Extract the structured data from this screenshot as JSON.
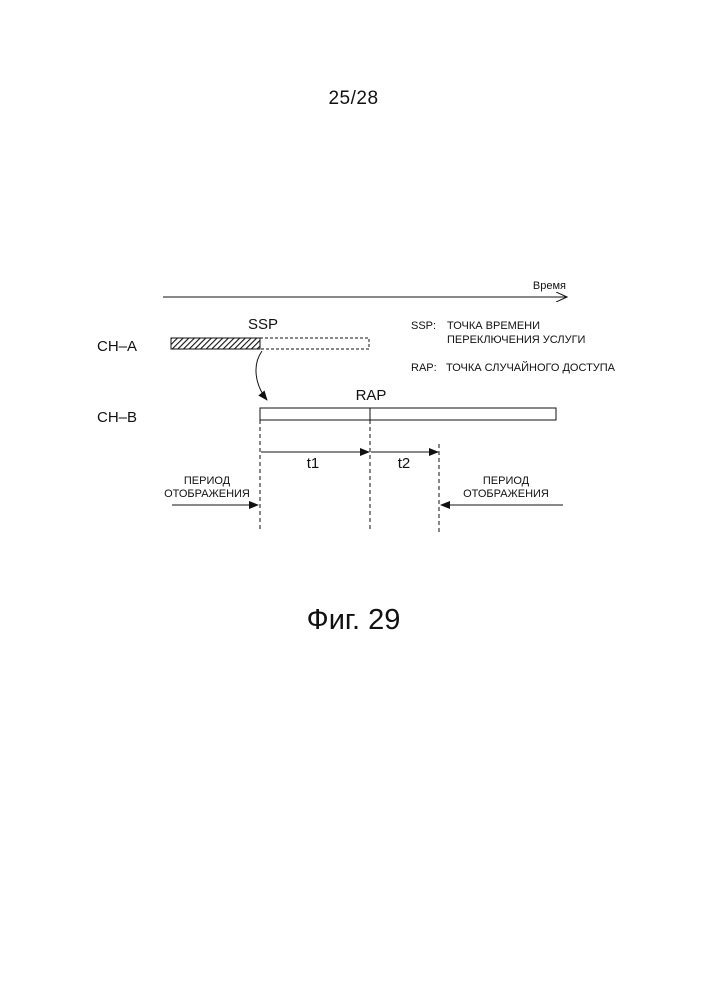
{
  "page": {
    "number": "25/28"
  },
  "diagram": {
    "time_label": "Время",
    "channel_a": "CH–A",
    "channel_b": "CH–B",
    "ssp_label": "SSP",
    "rap_label": "RAP",
    "legend": {
      "ssp_key": "SSP:",
      "ssp_line1": "ТОЧКА ВРЕМЕНИ",
      "ssp_line2": "ПЕРЕКЛЮЧЕНИЯ УСЛУГИ",
      "rap_key": "RAP:",
      "rap_text": "ТОЧКА СЛУЧАЙНОГО ДОСТУПА"
    },
    "t1_label": "t1",
    "t2_label": "t2",
    "left_period": {
      "line1": "ПЕРИОД",
      "line2": "ОТОБРАЖЕНИЯ"
    },
    "right_period": {
      "line1": "ПЕРИОД",
      "line2": "ОТОБРАЖЕНИЯ"
    }
  },
  "caption": "Фиг. 29"
}
